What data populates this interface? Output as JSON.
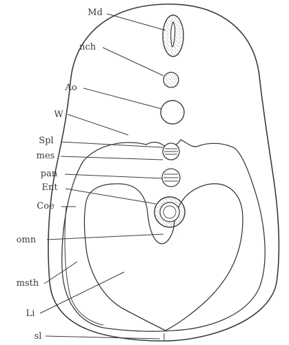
{
  "figure": {
    "labels": {
      "md": "Md",
      "nch": "nch",
      "ao": "Ao",
      "w": "W",
      "spl": "Spl",
      "mes": "mes",
      "pan": "pan",
      "ent": "Ent",
      "coe": "Coe",
      "omn": "omn",
      "msth": "msth",
      "li": "Li",
      "sl": "sl"
    }
  }
}
